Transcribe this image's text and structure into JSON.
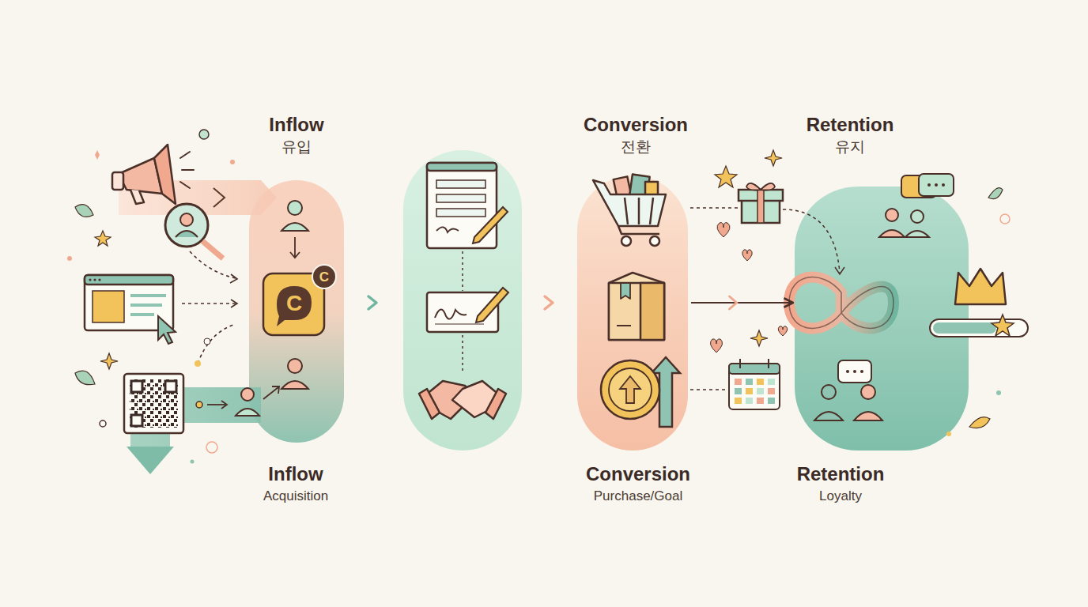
{
  "diagram": {
    "nodes": [
      {
        "text": [
          "Inflow",
          "유입",
          "Inflow",
          "Acquisition"
        ]
      },
      {
        "text": [
          "Conversion",
          "전환",
          "Conversion",
          "Purchase/Goal"
        ]
      },
      {
        "text": [
          "Retention",
          "유지",
          "Retention",
          "Loyalty"
        ]
      }
    ],
    "edges": [
      {
        "from": 1,
        "to": 2,
        "arrow": "to"
      }
    ],
    "labels": [
      "C",
      "C"
    ]
  }
}
